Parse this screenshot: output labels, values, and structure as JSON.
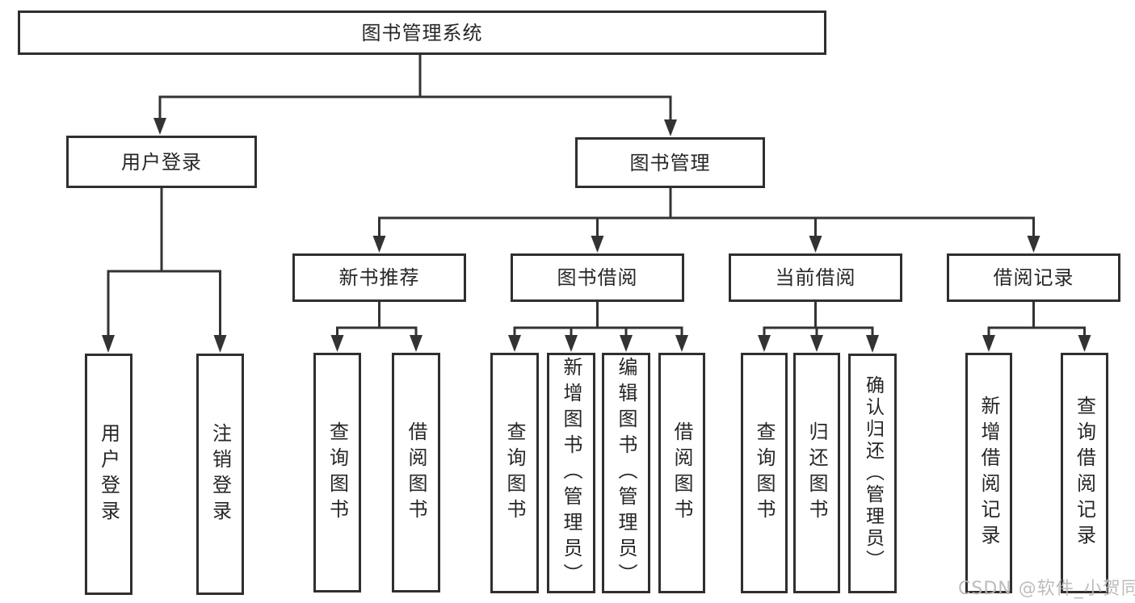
{
  "diagram": {
    "title": "图书管理系统",
    "watermark": "CSDN @软件_小贺同学",
    "colors": {
      "line": "#333333",
      "border": "#2f2f2f",
      "text": "#262626",
      "background": "#ffffff",
      "watermark": "#b9b9b9"
    },
    "nodes": {
      "root": "图书管理系统",
      "user_login": "用户登录",
      "book_mgmt": "图书管理",
      "new_book_rec": "新书推荐",
      "book_borrow": "图书借阅",
      "current_borrow": "当前借阅",
      "borrow_record": "借阅记录",
      "ul_login": "用户登录",
      "ul_logout": "注销登录",
      "nb_query": "查询图书",
      "nb_borrow": "借阅图书",
      "bb_query": "查询图书",
      "bb_add": "新增图书（管理员）",
      "bb_edit": "编辑图书（管理员）",
      "bb_borrow": "借阅图书",
      "cb_query": "查询图书",
      "cb_return": "归还图书",
      "cb_confirm": "确认归还（管理员）",
      "br_add": "新增借阅记录",
      "br_query": "查询借阅记录"
    }
  }
}
